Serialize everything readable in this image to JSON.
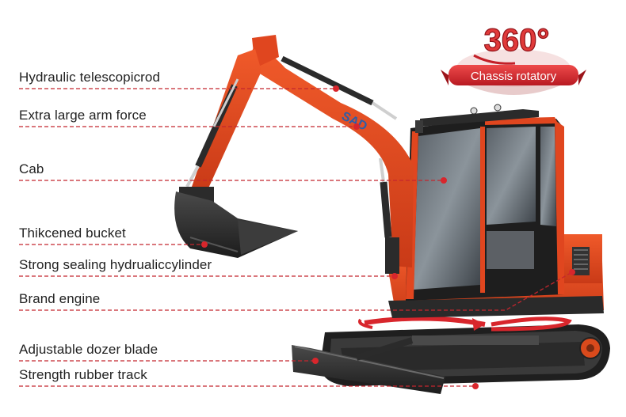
{
  "features": [
    {
      "id": "telescopic-rod",
      "label": "Hydraulic telescopicrod"
    },
    {
      "id": "arm-force",
      "label": "Extra large arm force"
    },
    {
      "id": "cab",
      "label": "Cab"
    },
    {
      "id": "bucket",
      "label": "Thikcened bucket"
    },
    {
      "id": "cylinder",
      "label": "Strong sealing hydrualiccylinder"
    },
    {
      "id": "engine",
      "label": "Brand engine"
    },
    {
      "id": "dozer-blade",
      "label": "Adjustable dozer blade"
    },
    {
      "id": "track",
      "label": "Strength rubber track"
    }
  ],
  "badge": {
    "number": "360°",
    "caption": "Chassis rotatory"
  },
  "brand_on_arm": "SAD",
  "colors": {
    "accent_red": "#d8262c",
    "body_orange": "#e0461f",
    "leader_line": "#c4262e"
  }
}
